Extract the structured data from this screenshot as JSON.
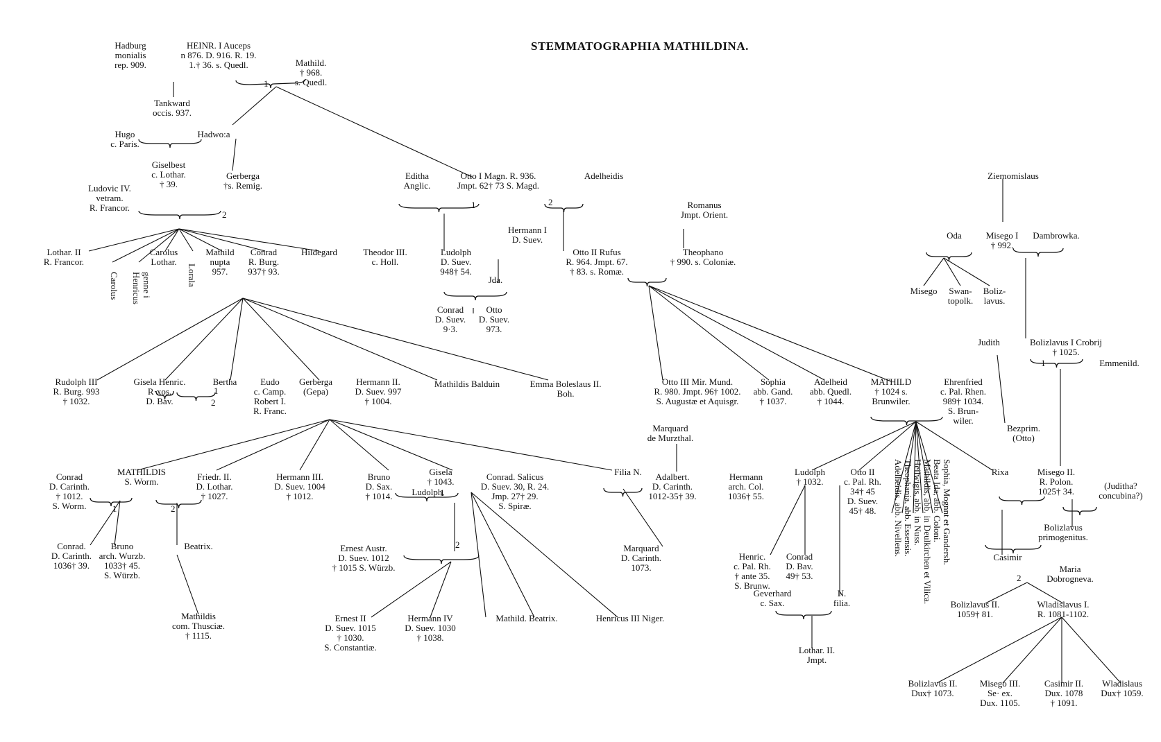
{
  "title": "STEMMATOGRAPHIA MATHILDINA.",
  "nodes": [
    {
      "id": "hadburg",
      "lines": [
        "Hadburg",
        "monialis",
        "rep. 909."
      ]
    },
    {
      "id": "heinrich",
      "lines": [
        "HEINR. I Auceps",
        "n 876. D. 916. R. 19.",
        "1.† 36. s. Quedl."
      ]
    },
    {
      "id": "mathild1",
      "lines": [
        "Mathild.",
        "† 968.",
        "s. Quedl."
      ]
    },
    {
      "id": "tankward",
      "lines": [
        "Tankward",
        "occis. 937."
      ]
    },
    {
      "id": "hugo",
      "lines": [
        "Hugo",
        "c. Paris."
      ]
    },
    {
      "id": "hadwoia",
      "lines": [
        "Hadwo:a"
      ]
    },
    {
      "id": "giselbert",
      "lines": [
        "Giselbest",
        "c. Lothar.",
        "† 39."
      ]
    },
    {
      "id": "gerberga",
      "lines": [
        "Gerberga",
        "†s. Remig."
      ]
    },
    {
      "id": "ludovic",
      "lines": [
        "Ludovic IV.",
        "vetram.",
        "R. Francor."
      ]
    },
    {
      "id": "editha",
      "lines": [
        "Editha",
        "Anglic."
      ]
    },
    {
      "id": "otto1",
      "lines": [
        "Otto I Magn. R. 936.",
        "Jmpt. 62† 73 S. Magd."
      ]
    },
    {
      "id": "adelheid",
      "lines": [
        "Adelheidis"
      ]
    },
    {
      "id": "hermann1",
      "lines": [
        "Hermann I",
        "D. Suev."
      ]
    },
    {
      "id": "lothar3",
      "lines": [
        "Lothar. II",
        "R. Francor."
      ]
    },
    {
      "id": "carolus1",
      "lines": [
        "Carolus"
      ]
    },
    {
      "id": "henricus",
      "lines": [
        "Henricus",
        "genne i"
      ]
    },
    {
      "id": "carolus2",
      "lines": [
        "Carolus",
        "Lothar."
      ]
    },
    {
      "id": "lorala",
      "lines": [
        "Lorala"
      ]
    },
    {
      "id": "mathild2",
      "lines": [
        "Mathild",
        "nupta",
        "957."
      ]
    },
    {
      "id": "conrad1",
      "lines": [
        "Conrad",
        "R. Burg.",
        "937† 93."
      ]
    },
    {
      "id": "hildegard",
      "lines": [
        "Hildegard"
      ]
    },
    {
      "id": "theodor",
      "lines": [
        "Theodor III.",
        "c. Holl."
      ]
    },
    {
      "id": "ludolph1",
      "lines": [
        "Ludolph",
        "D. Suev.",
        "948† 54."
      ]
    },
    {
      "id": "ida",
      "lines": [
        "Jda."
      ]
    },
    {
      "id": "otto2",
      "lines": [
        "Otto II Rufus",
        "R. 964. Jmpt. 67.",
        "† 83. s. Romæ."
      ]
    },
    {
      "id": "romanus",
      "lines": [
        "Romanus",
        "Jmpt. Orient."
      ]
    },
    {
      "id": "theophano",
      "lines": [
        "Theophano",
        "† 990. s. Coloniæ."
      ]
    },
    {
      "id": "conrad2",
      "lines": [
        "Conrad",
        "D. Suev.",
        "9·3."
      ]
    },
    {
      "id": "otto3a",
      "lines": [
        "Otto",
        "D. Suev.",
        "973."
      ]
    },
    {
      "id": "ziemo",
      "lines": [
        "Ziemomislaus"
      ]
    },
    {
      "id": "oda",
      "lines": [
        "Oda"
      ]
    },
    {
      "id": "misego1",
      "lines": [
        "Misego I",
        "† 992."
      ]
    },
    {
      "id": "dambrowka",
      "lines": [
        "Dambrowka."
      ]
    },
    {
      "id": "misego2",
      "lines": [
        "Misego"
      ]
    },
    {
      "id": "swanto",
      "lines": [
        "Swan-",
        "topolk."
      ]
    },
    {
      "id": "boliz1",
      "lines": [
        "Boliz-",
        "lavus."
      ]
    },
    {
      "id": "judith",
      "lines": [
        "Judith"
      ]
    },
    {
      "id": "boliz2",
      "lines": [
        "Bolizlavus I Crobrij",
        "† 1025."
      ]
    },
    {
      "id": "emmenild",
      "lines": [
        "Emmenild."
      ]
    },
    {
      "id": "rudolph",
      "lines": [
        "Rudolph III",
        "R. Burg. 993",
        "† 1032."
      ]
    },
    {
      "id": "gisela1",
      "lines": [
        "Gisela Henric.",
        "R·xos.",
        "D. Bav."
      ]
    },
    {
      "id": "bertha",
      "lines": [
        "Bertha"
      ]
    },
    {
      "id": "eudo",
      "lines": [
        "Eudo",
        "c. Camp.",
        "Robert I.",
        "R. Franc."
      ]
    },
    {
      "id": "gerberga2",
      "lines": [
        "Gerberga",
        "(Gepa)"
      ]
    },
    {
      "id": "hermann2",
      "lines": [
        "Hermann II.",
        "D. Suev. 997",
        "† 1004."
      ]
    },
    {
      "id": "mathildis1",
      "lines": [
        "Mathildis Balduin"
      ]
    },
    {
      "id": "emma",
      "lines": [
        "Emma Boleslaus II.",
        "Boh."
      ]
    },
    {
      "id": "otto3",
      "lines": [
        "Otto III Mir. Mund.",
        "R. 980. Jmpt. 96† 1002.",
        "S. Augustæ et Aquisgr."
      ]
    },
    {
      "id": "sophia",
      "lines": [
        "Sophia",
        "abb. Gand.",
        "† 1037."
      ]
    },
    {
      "id": "adelheid2",
      "lines": [
        "Adelheid",
        "abb. Quedl.",
        "† 1044."
      ]
    },
    {
      "id": "mathild3",
      "lines": [
        "MATHILD",
        "† 1024 s.",
        "Brunwiler."
      ]
    },
    {
      "id": "ehrenfried",
      "lines": [
        "Ehrenfried",
        "c. Pal. Rhen.",
        "989† 1034.",
        "S. Brun-",
        "wiler."
      ]
    },
    {
      "id": "bezprim",
      "lines": [
        "Bezprim.",
        "(Otto)"
      ]
    },
    {
      "id": "marquard1",
      "lines": [
        "Marquard",
        "de Murzthal."
      ]
    },
    {
      "id": "conrad3",
      "lines": [
        "Conrad",
        "D. Carinth.",
        "† 1012.",
        "S. Worm."
      ]
    },
    {
      "id": "mathildis2",
      "lines": [
        "MATHILDIS",
        "S. Worm."
      ]
    },
    {
      "id": "friedr",
      "lines": [
        "Friedr. II.",
        "D. Lothar.",
        "† 1027."
      ]
    },
    {
      "id": "hermann3",
      "lines": [
        "Hermann III.",
        "D. Suev. 1004",
        "† 1012."
      ]
    },
    {
      "id": "bruno1",
      "lines": [
        "Bruno",
        "D. Sax.",
        "† 1014."
      ]
    },
    {
      "id": "gisela2",
      "lines": [
        "Gisela",
        "† 1043."
      ]
    },
    {
      "id": "ludolph2",
      "lines": [
        "Ludolph."
      ]
    },
    {
      "id": "conrad4",
      "lines": [
        "Conrad. Salicus",
        "D. Suev. 30, R. 24.",
        "Jmp. 27† 29.",
        "S. Spiræ."
      ]
    },
    {
      "id": "filia",
      "lines": [
        "Filia N."
      ]
    },
    {
      "id": "adalbert",
      "lines": [
        "Adalbert.",
        "D. Carinth.",
        "1012-35† 39."
      ]
    },
    {
      "id": "hermann4",
      "lines": [
        "Hermann",
        "arch. Col.",
        "1036† 55."
      ]
    },
    {
      "id": "ludolph3",
      "lines": [
        "Ludolph",
        "† 1032."
      ]
    },
    {
      "id": "otto4",
      "lines": [
        "Otto II",
        "c. Pal. Rh.",
        "34† 45",
        "D. Suev.",
        "45† 48."
      ]
    },
    {
      "id": "daughters",
      "lines": [
        "Adelheidis, abb. Nivellens.",
        "Theophania, abb. Essensis.",
        "Heilwigis, abb. in Nuss.",
        "Mathildis, abb. in Deulkirchen et Vilica.",
        "Beata Ida, abb. Coloni.",
        "Sophia, Mognnt et Gandersh."
      ]
    },
    {
      "id": "rixa",
      "lines": [
        "Rixa"
      ]
    },
    {
      "id": "misego2b",
      "lines": [
        "Misego II.",
        "R. Polon.",
        "1025† 34."
      ]
    },
    {
      "id": "juditha",
      "lines": [
        "(Juditha?",
        "concubina?)"
      ]
    },
    {
      "id": "conrad5",
      "lines": [
        "Conrad.",
        "D. Carinth.",
        "1036† 39."
      ]
    },
    {
      "id": "bruno2",
      "lines": [
        "Bruno",
        "arch. Wurzb.",
        "1033† 45.",
        "S. Würzb."
      ]
    },
    {
      "id": "beatrix1",
      "lines": [
        "Beatrix."
      ]
    },
    {
      "id": "ernest1",
      "lines": [
        "Ernest Austr.",
        "D. Suev. 1012",
        "† 1015 S. Würzb."
      ]
    },
    {
      "id": "marquard2",
      "lines": [
        "Marquard",
        "D. Carinth.",
        "1073."
      ]
    },
    {
      "id": "henric2",
      "lines": [
        "Henric.",
        "c. Pal. Rh.",
        "† ante 35.",
        "S. Brunw."
      ]
    },
    {
      "id": "conrad6",
      "lines": [
        "Conrad",
        "D. Bav.",
        "49† 53."
      ]
    },
    {
      "id": "bolizprim",
      "lines": [
        "Bolizlavus",
        "primogenitus."
      ]
    },
    {
      "id": "casimir",
      "lines": [
        "Casimir"
      ]
    },
    {
      "id": "maria",
      "lines": [
        "Maria",
        "Dobrogneva."
      ]
    },
    {
      "id": "geverhard",
      "lines": [
        "Geverhard",
        "c. Sax."
      ]
    },
    {
      "id": "nfilia",
      "lines": [
        "N.",
        "filia."
      ]
    },
    {
      "id": "mathildis3",
      "lines": [
        "Mathildis",
        "com. Thusciæ.",
        "† 1115."
      ]
    },
    {
      "id": "ernest2",
      "lines": [
        "Ernest II",
        "D. Suev. 1015",
        "† 1030.",
        "S. Constantiæ."
      ]
    },
    {
      "id": "hermann5",
      "lines": [
        "Hermann IV",
        "D. Suev. 1030",
        "† 1038."
      ]
    },
    {
      "id": "mathbeat",
      "lines": [
        "Mathild. Beatrix."
      ]
    },
    {
      "id": "henricus3",
      "lines": [
        "Henricus III Niger."
      ]
    },
    {
      "id": "boliz3",
      "lines": [
        "Bolizlavus II.",
        "1059† 81."
      ]
    },
    {
      "id": "wlad1",
      "lines": [
        "Wladislavus I.",
        "R. 1081-1102."
      ]
    },
    {
      "id": "lothar2",
      "lines": [
        "Lothar. II.",
        "Jmpt."
      ]
    },
    {
      "id": "boliz4",
      "lines": [
        "Bolizlavus II.",
        "Dux† 1073."
      ]
    },
    {
      "id": "misego3",
      "lines": [
        "Misego III.",
        "Se· ex.",
        "Dux. 1105."
      ]
    },
    {
      "id": "casimir2",
      "lines": [
        "Casimir II.",
        "Dux. 1078",
        "† 1091."
      ]
    },
    {
      "id": "wlad2",
      "lines": [
        "Wladislaus",
        "Dux† 1059."
      ]
    }
  ],
  "marks": [
    "1",
    "2",
    "1",
    "2",
    "1",
    "2",
    "1",
    "2",
    "1",
    "2",
    "1",
    "2"
  ]
}
